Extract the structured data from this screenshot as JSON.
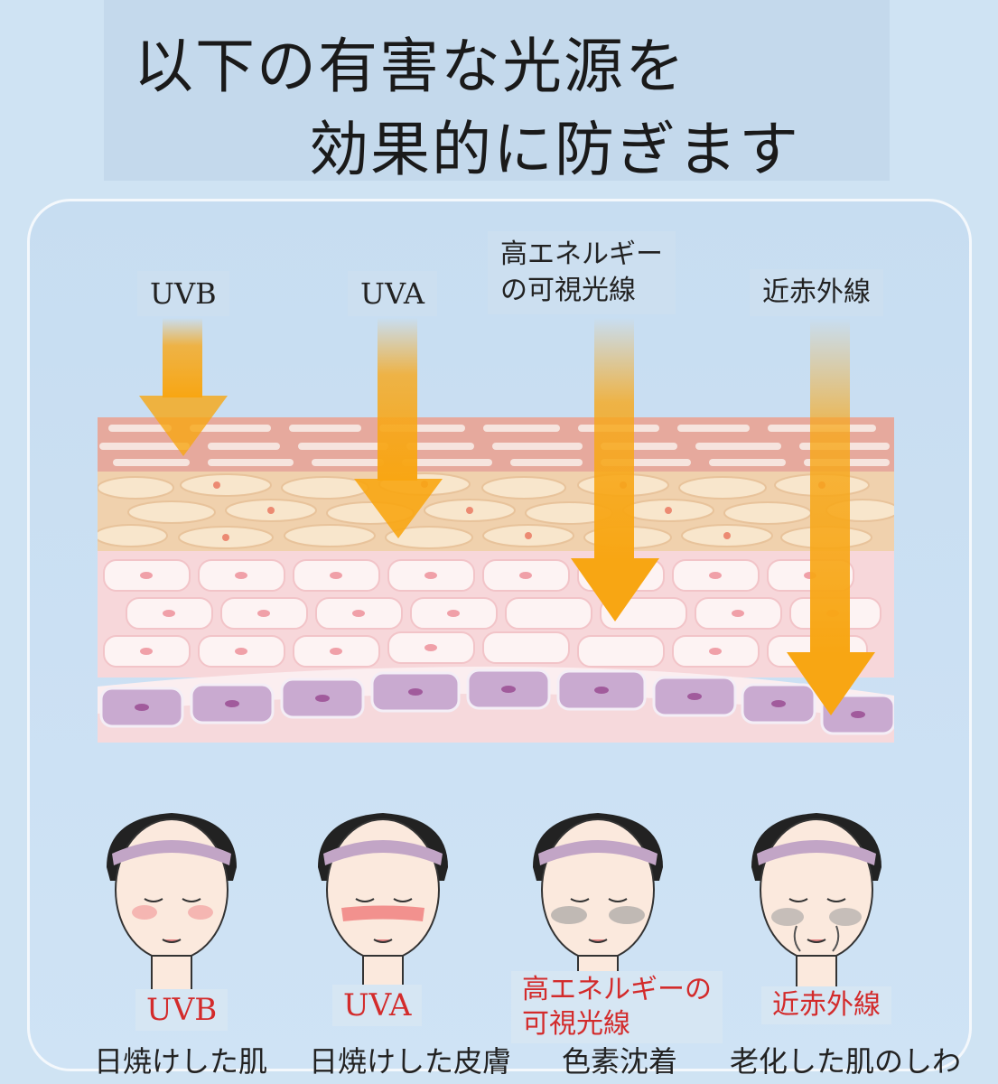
{
  "title": {
    "line1": "以下の有害な光源を",
    "line2": "効果的に防ぎます"
  },
  "lights": [
    {
      "label": "UVB"
    },
    {
      "label": "UVA"
    },
    {
      "label": "高エネルギーの可視光線",
      "line1": "高エネルギー",
      "line2": "の可視光線"
    },
    {
      "label": "近赤外線"
    }
  ],
  "faces": [
    {
      "caption": "UVB",
      "effect": "日焼けした肌"
    },
    {
      "caption": "UVA",
      "effect": "日焼けした皮膚"
    },
    {
      "caption_line1": "高エネルギーの",
      "caption_line2": "可視光線",
      "effect": "色素沈着"
    },
    {
      "caption": "近赤外線",
      "effect": "老化した肌のしわ"
    }
  ],
  "colors": {
    "background": "#cfe3f3",
    "arrow": "#f7a81b",
    "caption_red": "#d32b2b"
  },
  "icons": [
    "down-arrow-icon",
    "face-illustration"
  ]
}
